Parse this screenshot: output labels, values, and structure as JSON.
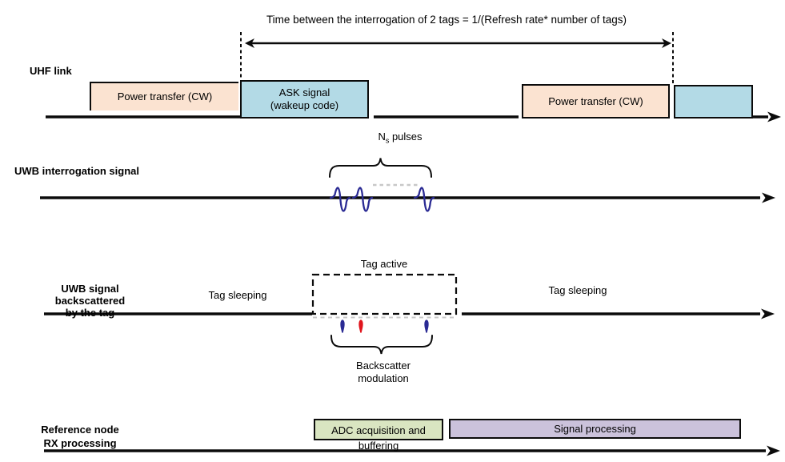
{
  "figure": {
    "title": "Time between the interrogation of 2 tags = 1/(Refresh rate* number of tags)"
  },
  "colors": {
    "power_transfer_fill": "#fbe3d1",
    "ask_signal_fill": "#b3dae6",
    "adc_fill": "#d9e5c1",
    "signal_processing_fill": "#cbc2db",
    "pulse_blue": "#2b2b94",
    "pulse_red": "#e0151d",
    "line_black": "#0b0b0b",
    "ellipsis_gray": "#c8c8c8"
  },
  "uhf_row": {
    "label": "UHF link",
    "power_transfer_1": "Power transfer (CW)",
    "ask_signal_line1": "ASK signal",
    "ask_signal_line2": "(wakeup code)",
    "power_transfer_2": "Power transfer (CW)"
  },
  "uwb_row": {
    "label": "UWB interrogation signal",
    "pulses_label_base": "N",
    "pulses_label_sub": "s",
    "pulses_label_rest": " pulses"
  },
  "backscatter_row": {
    "label_line1": "UWB signal",
    "label_line2": "backscattered",
    "label_line3": "by the tag",
    "tag_sleeping_left": "Tag sleeping",
    "tag_active": "Tag active",
    "tag_sleeping_right": "Tag sleeping",
    "modulation_label_line1": "Backscatter",
    "modulation_label_line2": "modulation"
  },
  "rx_row": {
    "label_line1": "Reference node",
    "label_line2": "RX processing",
    "adc_box_line1": "ADC acquisition and",
    "adc_box_line2": "buffering",
    "signal_processing": "Signal processing"
  }
}
